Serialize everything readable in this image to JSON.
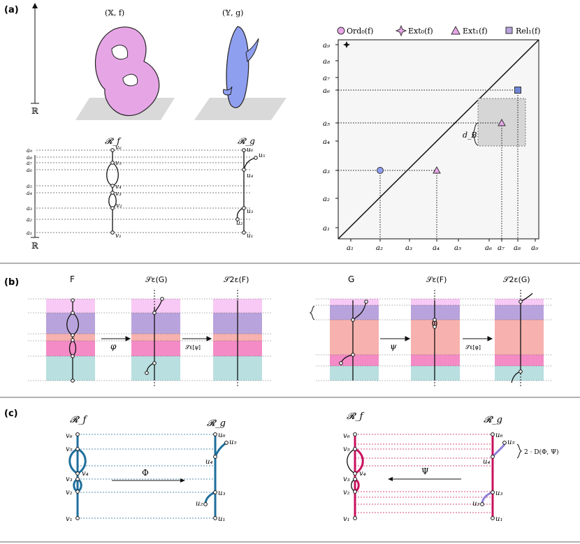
{
  "panels": {
    "a": "(a)",
    "b": "(b)",
    "c": "(c)"
  },
  "colors": {
    "pink_surface": "#e6a6e6",
    "blue_surface": "#8f9ff0",
    "band_light_pink": "#f8c9f4",
    "band_lavender": "#b9a3dc",
    "band_salmon": "#f7b1ae",
    "band_magenta": "#f48bc6",
    "band_teal": "#b9dfe0",
    "phi_blue": "#1f6f9c",
    "psi_magenta": "#c8125e"
  },
  "a": {
    "space_X": "(𝕏, f)",
    "space_Y": "(𝕐, g)",
    "axis_R": "ℝ",
    "reeb_f": "𝓡_f",
    "reeb_g": "𝓡_g",
    "levels": [
      "a₉",
      "a₈",
      "a₇",
      "a₆",
      "a₅",
      "a₄",
      "a₃",
      "a₂",
      "a₁"
    ],
    "f_nodes": [
      "v₆",
      "v₅",
      "v₄",
      "v₃",
      "v₂",
      "v₁"
    ],
    "g_nodes": [
      "u₆",
      "u₅",
      "u₄",
      "u₃",
      "u₂",
      "u₁"
    ]
  },
  "legend": {
    "ord0": "Ord₀(f)",
    "ext0": "Ext₀(f)",
    "ext1": "Ext₁(f)",
    "rel1": "Rel₁(f)"
  },
  "chart_data": {
    "type": "scatter",
    "x_ticks": [
      "a₁",
      "a₂",
      "a₃",
      "a₄",
      "a₅",
      "a₆",
      "a₇",
      "a₈",
      "a₉"
    ],
    "y_ticks": [
      "a₁",
      "a₂",
      "a₃",
      "a₄",
      "a₅",
      "a₆",
      "a₇",
      "a₈",
      "a₉"
    ],
    "series": [
      {
        "name": "Ord₀(f)",
        "points": [
          {
            "x": 2,
            "y": 3
          }
        ]
      },
      {
        "name": "Ext₀(f)",
        "points": [
          {
            "x": 0,
            "y": 9
          }
        ]
      },
      {
        "name": "Ext₁(f)",
        "points": [
          {
            "x": 4,
            "y": 3
          },
          {
            "x": 7,
            "y": 5
          }
        ]
      },
      {
        "name": "Rel₁(f)",
        "points": [
          {
            "x": 8,
            "y": 6
          }
        ]
      }
    ],
    "annotation": "d_B"
  },
  "b": {
    "F": "F",
    "SeG": "𝒮ε(G)",
    "S2eF": "𝒮2ε(F)",
    "G": "G",
    "SeF": "𝒮ε(F)",
    "S2eG": "𝒮2ε(G)",
    "phi": "φ",
    "psi": "ψ",
    "Se_psi": "𝒮ε[ψ]",
    "Se_phi": "𝒮ε[φ]"
  },
  "c": {
    "Phi": "Φ",
    "Psi": "Ψ",
    "distance": "2 · D(Φ, Ψ)"
  }
}
